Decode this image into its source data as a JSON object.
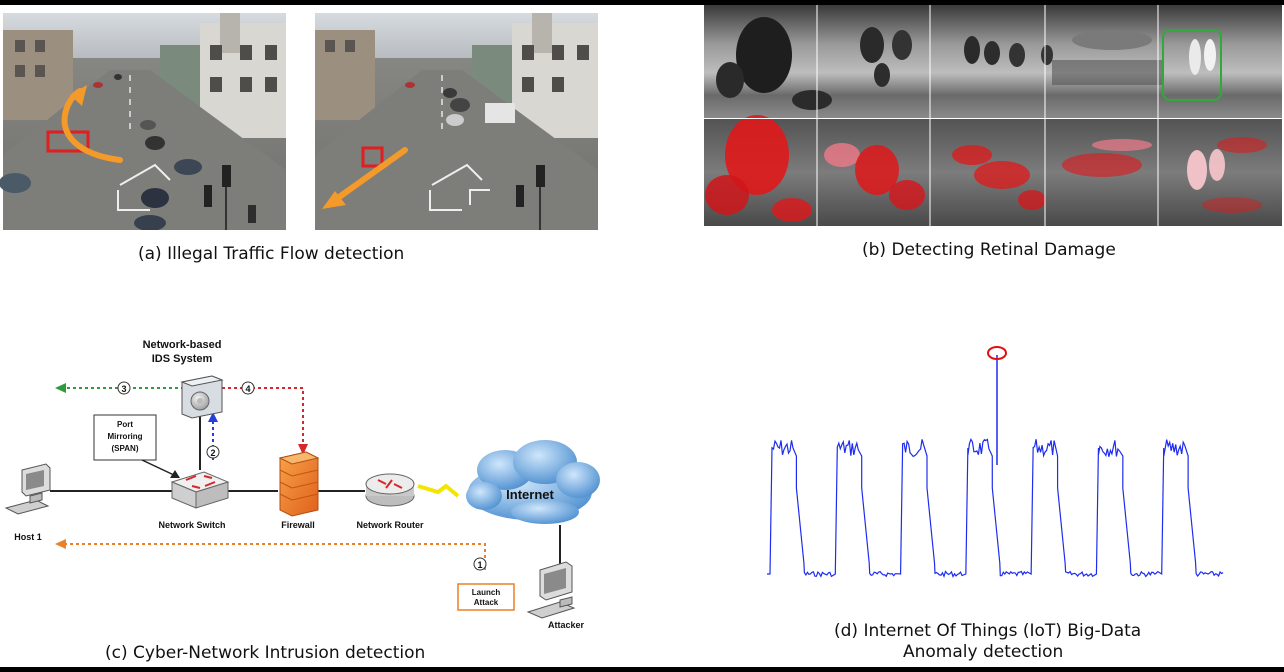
{
  "colors": {
    "frame": "#000000",
    "panel_bg": "#ffffff",
    "traffic_arrow": "#f39a2a",
    "detect_box": "#e02020",
    "retina_gray": "#6e6e6e",
    "retina_red": "#e0181a",
    "retina_box": "#2eaa3a",
    "link_green": "#2e9b3c",
    "link_red": "#d8262a",
    "link_blue": "#2540d8",
    "link_orange": "#e8812a",
    "firewall": "#f07d1e",
    "cloud": "#5fa6e0",
    "lightning": "#f2e600",
    "signal_blue": "#1d2cf0",
    "anomaly_circle": "#e01010"
  },
  "captions": {
    "a": "(a) Illegal Traffic Flow detection",
    "b": "(b) Detecting Retinal Damage",
    "c": "(c) Cyber-Network Intrusion detection",
    "d_line1": "(d) Internet Of Things (IoT) Big-Data",
    "d_line2": "Anomaly detection"
  },
  "network": {
    "ids_title_1": "Network-based",
    "ids_title_2": "IDS System",
    "port_mirror_1": "Port",
    "port_mirror_2": "Mirroring",
    "port_mirror_3": "(SPAN)",
    "switch": "Network Switch",
    "firewall": "Firewall",
    "router": "Network Router",
    "internet": "Internet",
    "host": "Host 1",
    "attacker": "Attacker",
    "launch_1": "Launch",
    "launch_2": "Attack",
    "step1": "1",
    "step2": "2",
    "step3": "3",
    "step4": "4"
  },
  "iot_signal": {
    "periods": 7,
    "low_level": "low",
    "high_level": "high",
    "anomaly_spike_period": 4
  }
}
